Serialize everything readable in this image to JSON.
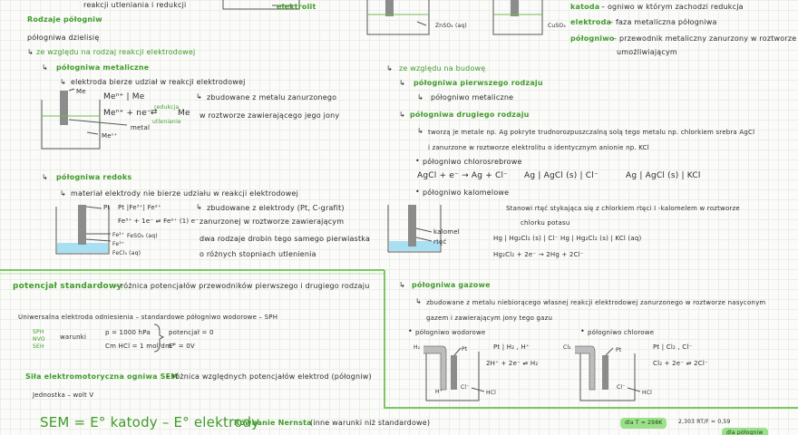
{
  "top": {
    "reakcji": "reakcji utleniania i redukcji",
    "elektrolit": "elektrolit",
    "znso4": "ZnSO₄ (aq)",
    "cuso4": "CuSO₄",
    "katoda_label": "katoda",
    "katoda_text": "– ogniwo w którym zachodzi redukcja",
    "elektroda_label": "elektroda",
    "elektroda_text": "– faza metaliczna półogniwa",
    "pologniwo_label": "półogniwo",
    "pologniwo_text": "– przewodnik metaliczny zanurzony w roztworze",
    "pologniwo_text2": "umożliwiającym"
  },
  "left": {
    "rodzaje": "Rodzaje półogniw",
    "dzieli": "półogniwa dzielisię",
    "ze_wzgledu": "ze względu na rodzaj reakcji elektrodowej",
    "metaliczne_title": "półogniwa metaliczne",
    "metaliczne_text": "elektroda bierze udział w reakcji elektrodowej",
    "me": "Me",
    "men_me": "Meⁿ⁺ | Me",
    "men_eq_a": "Meⁿ⁺ + ne⁻",
    "men_eq_b": "Me",
    "redukcja": "redukcja",
    "utlenianie": "utlenianie",
    "zbudowane_metal": "zbudowane z metalu zanurzonego",
    "w_roztworze": "w roztworze zawierającego jego jony",
    "metal": "metal",
    "men": "Meⁿ⁺",
    "redoks_title": "półogniwa redoks",
    "redoks_text": "materiał elektrody nie bierze udziału w reakcji elektrodowej",
    "pt": "Pt",
    "pt_fe": "Pt |Fe³⁺| Fe²⁺",
    "fe_eq": "Fe³⁺ + 1e⁻ ⇌ Fe²⁺ (1) e⁻",
    "fe_lab1": "Fe²⁺",
    "fe_lab2": "FeSO₄ (aq)",
    "fe_lab3": "Fe³⁺",
    "fe_lab4": "FeCl₃ (aq)",
    "redoks_desc1": "zbudowane z elektrody (Pt, C-grafit)",
    "redoks_desc2": "zanurzonej w roztworze zawierającym",
    "redoks_desc3": "dwa rodzaje drobin tego samego pierwiastka",
    "redoks_desc4": "o różnych stopniach utlenienia"
  },
  "right": {
    "budowa": "ze względu na budowę",
    "pierwszego": "półogniwa pierwszego rodzaju",
    "metaliczne": "półogniwo metaliczne",
    "drugiego": "półogniwa drugiego rodzaju",
    "drugiego_desc1": "tworzą je metale np. Ag pokryte trudnorozpuszczalną solą tego metalu np. chlorkiem srebra AgCl",
    "drugiego_desc2": "i zanurzone w roztworze elektrolitu o identycznym anionie np. KCl",
    "chlorosrebrowe": "półogniwo chlorosrebrowe",
    "ag_eq": "AgCl + e⁻ → Ag + Cl⁻",
    "ag_not1": "Ag | AgCl (s) | Cl⁻",
    "ag_not2": "Ag | AgCl (s) | KCl",
    "kalomelowe": "półogniwo kalomelowe",
    "kalomel_desc1": "Stanowi rtęć stykająca się z chlorkiem rtęci I -kalomelem w roztworze",
    "kalomel_desc2": "chlorku potasu",
    "kalomel": "kalomel",
    "rtec": "rtęć",
    "hg_not1": "Hg | Hg₂Cl₂ (s) | Cl⁻",
    "hg_not2": "Hg | Hg₂Cl₂ (s) | KCl (aq)",
    "hg_eq": "Hg₂Cl₂ + 2e⁻ → 2Hg + 2Cl⁻"
  },
  "standard": {
    "title": "potencjał standardowy",
    "title_rest": "– różnica potencjałów przewodników pierwszego i drugiego rodzaju",
    "uniwersalna": "Uniwersalna elektroda odniesienia – standardowe półogniwo wodorowe – SPH",
    "sph": "SPH",
    "nvo": "NVO",
    "seh": "SEH",
    "warunki": "warunki",
    "p": "p = 1000 hPa",
    "cm": "Cm HCl = 1 mol/dm³",
    "pot0": "potencjał = 0",
    "e0": "E° = 0V",
    "sila_title": "Siła elektromotoryczna ogniwa SEM",
    "sila_rest": "– różnica względnych potencjałów elektrod (półogniw)",
    "jednostka": "Jednostka – wolt V",
    "sem": "SEM = E° katody – E° elektrody",
    "nernst": "Równanie Nernsta",
    "nernst_rest": "(inne warunki niż standardowe)"
  },
  "gazowe": {
    "title": "półogniwa gazowe",
    "desc1": "zbudowane z metalu niebiorącego własnej reakcji elektrodowej zanurzonego w roztworze nasyconym",
    "desc2": "gazem i zawierającym jony tego gazu",
    "wodorowe": "półogniwo wodorowe",
    "chlorowe": "półogniwo chlorowe",
    "h2": "H₂",
    "pt": "Pt",
    "h_plus": "H⁺",
    "cl_minus": "Cl⁻",
    "hcl": "HCl",
    "h_not": "Pt | H₂ , H⁺",
    "h_eq": "2H⁺ + 2e⁻ ⇌ H₂",
    "cl2": "Cl₂",
    "cl_minus2": "Cl⁻",
    "hcl2": "HCl",
    "cl_not": "Pt | Cl₂ , Cl⁻",
    "cl_eq": "Cl₂ + 2e⁻ ⇌ 2Cl⁻",
    "dla_t": "dla T = 298K",
    "dla_t_val": "2,303 RT/F = 0,59",
    "dla_pol": "dla półogniw"
  }
}
